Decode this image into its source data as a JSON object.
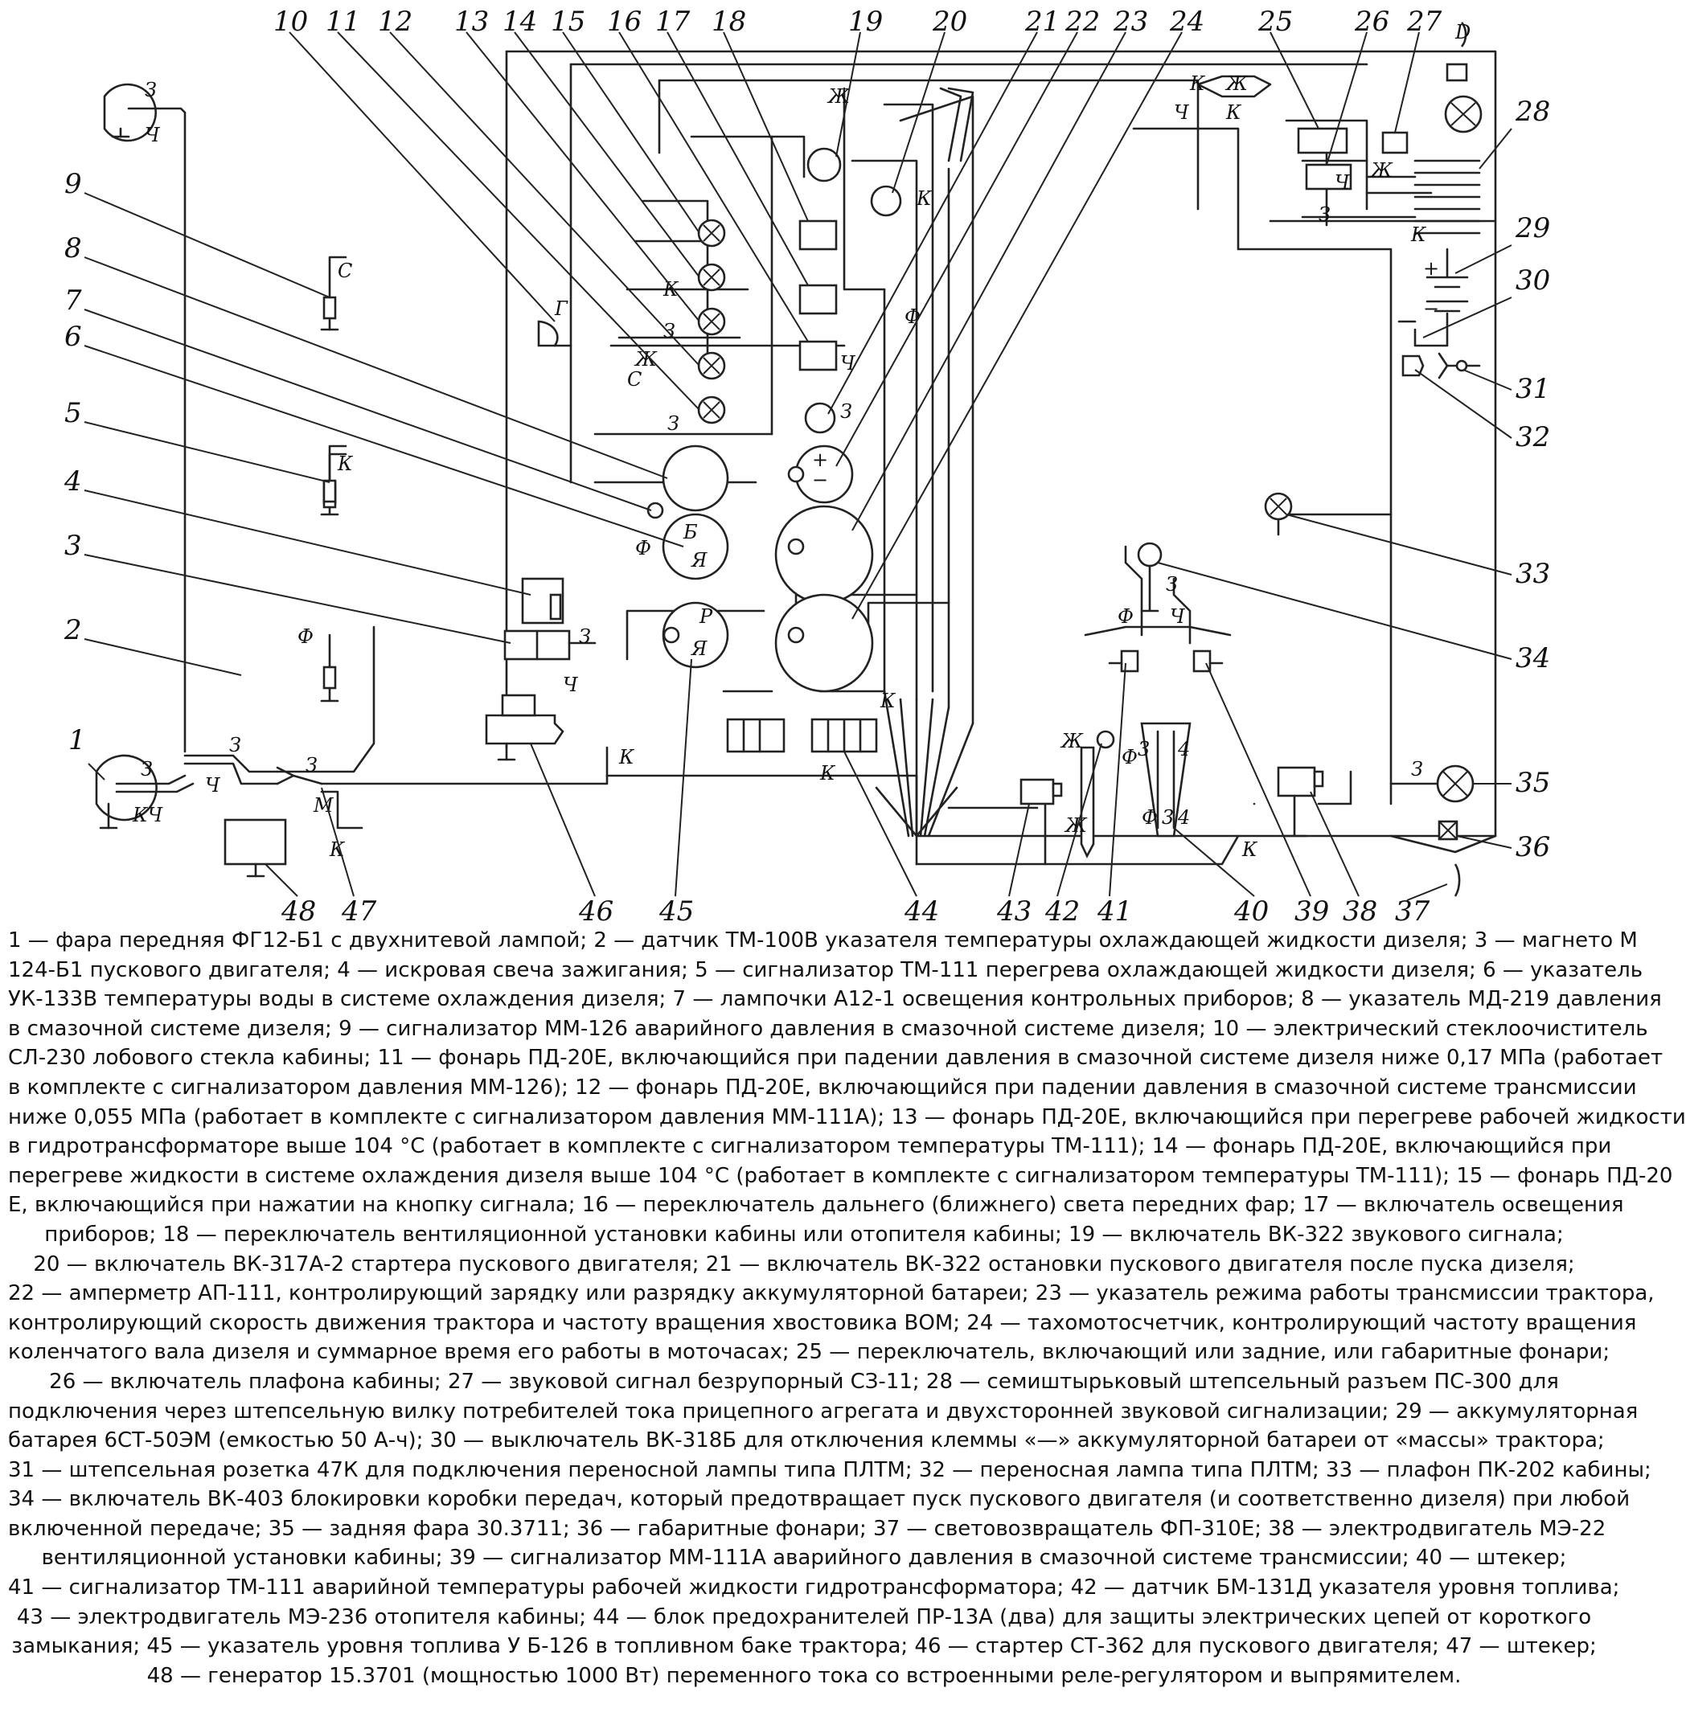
{
  "diagram": {
    "callout_numbers": [
      "1",
      "2",
      "3",
      "4",
      "5",
      "6",
      "7",
      "8",
      "9",
      "10",
      "11",
      "12",
      "13",
      "14",
      "15",
      "16",
      "17",
      "18",
      "19",
      "20",
      "21",
      "22",
      "23",
      "24",
      "25",
      "26",
      "27",
      "28",
      "29",
      "30",
      "31",
      "32",
      "33",
      "34",
      "35",
      "36",
      "37",
      "38",
      "39",
      "40",
      "41",
      "42",
      "43",
      "44",
      "45",
      "46",
      "47",
      "48"
    ],
    "wire_labels": {
      "z": "З",
      "ch": "Ч",
      "k": "К",
      "s": "С",
      "f": "Ф",
      "zh": "Ж",
      "kch": "КЧ",
      "m": "М",
      "g": "Г",
      "b": "Б",
      "r": "Р",
      "ya": "Я",
      "plus": "+",
      "minus": "−",
      "d": "D",
      "three": "3",
      "four": "4"
    }
  },
  "caption": {
    "lines": [
      "1 — фара передняя ФГ12-Б1 с двухнитевой лампой; 2 — датчик ТМ-100В указателя температуры охлаждающей жидкости дизеля; 3 — магнето М",
      "124-Б1 пускового двигателя; 4 — искровая свеча зажигания; 5 — сигнализатор ТМ-111 перегрева охлаждающей жидкости дизеля; 6 — указатель",
      "УК-133В температуры воды в системе охлаждения дизеля; 7 — лампочки А12-1 освещения контрольных приборов; 8 — указатель МД-219 давления",
      "в смазочной системе дизеля; 9 — сигнализатор ММ-126 аварийного давления в смазочной системе дизеля; 10 — электрический стеклоочиститель",
      "СЛ-230 лобового стекла кабины; 11 — фонарь ПД-20Е, включающийся при падении давления в смазочной системе дизеля ниже 0,17 МПа (работает",
      "в комплекте с сигнализатором давления ММ-126); 12 — фонарь ПД-20Е, включающийся при падении давления в смазочной системе трансмиссии",
      "ниже 0,055 МПа (работает в комплекте с сигнализатором давления ММ-111А); 13 — фонарь ПД-20Е, включающийся при перегреве рабочей жидкости",
      "в гидротрансформаторе выше 104 °С (работает в комплекте с сигнализатором температуры ТМ-111); 14 — фонарь ПД-20Е, включающийся при",
      "перегреве жидкости в системе охлаждения дизеля выше 104 °С (работает в комплекте с сигнализатором температуры ТМ-111); 15 — фонарь ПД-20",
      "Е, включающийся при нажатии на кнопку сигнала; 16 — переключатель дальнего (ближнего) света передних фар; 17 — включатель освещения",
      "приборов; 18 — переключатель вентиляционной установки кабины или отопителя кабины; 19 — включатель ВК-322 звукового сигнала;",
      "20 — включатель ВК-317А-2 стартера пускового двигателя; 21 — включатель ВК-322 остановки пускового двигателя после пуска дизеля;",
      "22 — амперметр АП-111, контролирующий зарядку или разрядку аккумуляторной батареи; 23 — указатель режима работы трансмиссии трактора,",
      "контролирующий скорость движения трактора и частоту вращения хвостовика ВОМ; 24 — тахомотосчетчик, контролирующий частоту вращения",
      "коленчатого вала дизеля и суммарное время его работы в моточасах; 25 — переключатель, включающий или задние, или габаритные фонари;",
      "26 — включатель плафона кабины; 27 — звуковой сигнал безрупорный СЗ-11; 28 — семиштырьковый штепсельный разъем ПС-300 для",
      "подключения через штепсельную вилку потребителей тока прицепного агрегата и двухсторонней звуковой сигнализации; 29 — аккумуляторная",
      "батарея 6СТ-50ЭМ (емкостью 50 А-ч); 30 — выключатель ВК-318Б для отключения клеммы «—» аккумуляторной батареи от «массы» трактора;",
      "31 — штепсельная розетка 47К для подключения переносной лампы типа ПЛТМ; 32 — переносная лампа типа ПЛТМ; 33 — плафон ПК-202 кабины;",
      "34 — включатель ВК-403 блокировки коробки передач, который предотвращает пуск пускового двигателя (и соответственно дизеля) при любой",
      "включенной передаче; 35 — задняя фара 30.3711; 36 — габаритные фонари; 37 — световозвращатель ФП-310Е; 38 — электродвигатель МЭ-22",
      "вентиляционной установки кабины; 39 — сигнализатор ММ-111А аварийного давления в смазочной системе трансмиссии; 40 — штекер;",
      "41 — сигнализатор ТМ-111 аварийной температуры рабочей жидкости гидротрансформатора; 42 — датчик БМ-131Д указателя уровня топлива;",
      "43 — электродвигатель МЭ-236 отопителя кабины; 44 — блок предохранителей ПР-13А (два) для защиты электрических цепей от короткого",
      "замыкания; 45 — указатель уровня топлива У Б-126 в топливном баке трактора; 46 — стартер СТ-362 для пускового двигателя; 47 — штекер;",
      "48 — генератор 15.3701 (мощностью 1000 Вт) переменного тока со встроенными реле-регулятором и выпрямителем."
    ]
  }
}
